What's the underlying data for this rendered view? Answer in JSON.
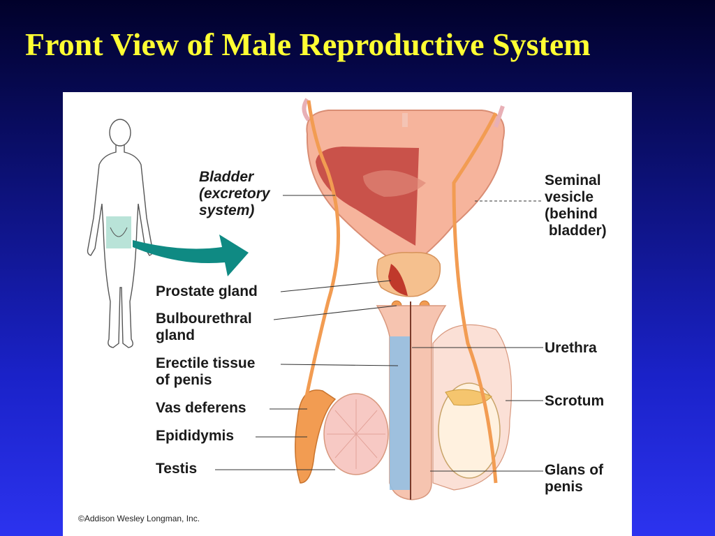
{
  "slide": {
    "title": "Front View of Male Reproductive System",
    "title_color": "#ffff33"
  },
  "figure": {
    "labels": {
      "bladder": [
        "Bladder",
        "(excretory",
        "system)"
      ],
      "seminal_vesicle": [
        "Seminal",
        "vesicle",
        "(behind",
        " bladder)"
      ],
      "prostate_gland": "Prostate gland",
      "bulbourethral_gland": [
        "Bulbourethral",
        "gland"
      ],
      "erectile_tissue": [
        "Erectile tissue",
        "of penis"
      ],
      "vas_deferens": "Vas deferens",
      "epididymis": "Epididymis",
      "testis": "Testis",
      "urethra": "Urethra",
      "scrotum": "Scrotum",
      "glans_of_penis": [
        "Glans of",
        "penis"
      ]
    },
    "copyright": "©Addison Wesley Longman, Inc.",
    "colors": {
      "tissue_pink": "#f6b49c",
      "bladder_interior": "#c9524a",
      "duct_orange": "#f29c52",
      "arrow_teal": "#0f8a83",
      "erectile_blue": "#8ec0e6"
    }
  }
}
